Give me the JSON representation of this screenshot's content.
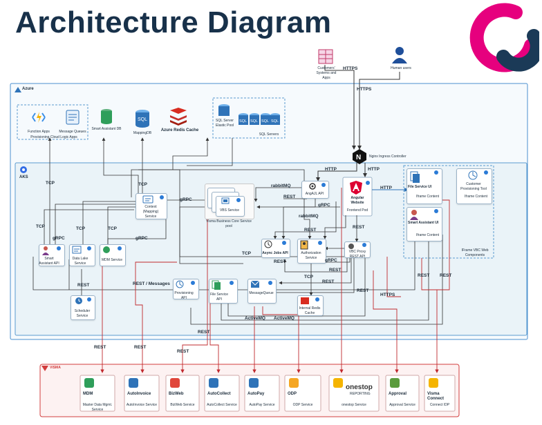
{
  "title": "Architecture Diagram",
  "external": {
    "customers": "Customers' Systems and Apps",
    "human": "Human users",
    "https1": "HTTPS",
    "https2": "HTTPS"
  },
  "azure": {
    "label": "Azure",
    "function_apps": "Function Apps",
    "message_queues": "Message Queues",
    "provisioning_cloud": "Provisioning Cloud Logic Apps",
    "smart_assistant_db": "Smart Assistant DB",
    "mapping_db": "MappingDB",
    "redis_cache": "Azure Redis Cache",
    "sql_pool": "SQL Server Elastic Pool",
    "sql_servers": "SQL Servers",
    "nginx": "Nginx Ingress Controller"
  },
  "aks": {
    "label": "AKS",
    "context_mapping": "Context (Mapping) Service",
    "vbcs": "VBS Service",
    "vbcs_pool": "Visma Business Core Service pool",
    "angular_api": "AngAJL API",
    "angular_web": "Angular Website",
    "frontend_pod": "Frontend Pod",
    "iframe_title": "IFrame VBC Web Components",
    "file_service_ui": "File Service UI",
    "iframe_content1": "Iframe Content",
    "smart_assistant_ui": "Smart Assistant UI",
    "iframe_content2": "Iframe Content",
    "customer_provisioning": "Customer Provisioning Tool",
    "iframe_content3": "Iframe Content",
    "async_jobs": "Async Jobs API",
    "authorization": "Authorization Service",
    "vbc_proxy": "VBC Proxy REST API",
    "internal_redis": "Internal Redis Cache",
    "smart_assistant_api": "Smart Assistant API",
    "data_lake": "Data Lake Service",
    "mdm_service": "MDM Service",
    "scheduler": "Scheduler Service",
    "provisioning_api": "Provisioning API",
    "file_service_api": "File Service API",
    "message_queue": "MessageQueue"
  },
  "edges": {
    "http1": "HTTP",
    "http2": "HTTP",
    "http3": "HTTP",
    "rabbitmq1": "rabbitMQ",
    "rabbitmq2": "rabbitMQ",
    "rest1": "REST",
    "rest2": "REST",
    "rest3": "REST",
    "rest4": "REST",
    "rest5": "REST",
    "rest6": "REST",
    "rest7": "REST",
    "rest8": "REST",
    "rest9": "REST",
    "rest10": "REST",
    "rest11": "REST",
    "grpc1": "gRPC",
    "grpc2": "gRPC",
    "grpc3": "gRPC",
    "grpc4": "gRPC",
    "grpc5": "gRPC",
    "tcp1": "TCP",
    "tcp2": "TCP",
    "tcp3": "TCP",
    "tcp4": "TCP",
    "tcp5": "TCP",
    "tcp6": "TCP",
    "rest_messages": "REST / Messages",
    "activemq1": "ActiveMQ",
    "activemq2": "ActiveMQ",
    "https3": "HTTPS",
    "rest_ext1": "REST",
    "rest_ext2": "REST",
    "rest_ext3": "REST"
  },
  "visma": {
    "label": "VISMA",
    "services": [
      {
        "name": "MDM",
        "desc": "Master Data Mgmt. Service"
      },
      {
        "name": "AutoInvoice",
        "desc": "AutoInvoice Service"
      },
      {
        "name": "BizWeb",
        "desc": "BizWeb Service"
      },
      {
        "name": "AutoCollect",
        "desc": "AutoCollect Service"
      },
      {
        "name": "AutoPay",
        "desc": "AutoPay Service"
      },
      {
        "name": "ODP",
        "desc": "ODP Service"
      },
      {
        "name": "onestop",
        "desc": "onestop Service"
      },
      {
        "name": "Approval",
        "desc": "Approval Service"
      },
      {
        "name": "Visma Connect",
        "desc": "Connect IDP"
      }
    ],
    "onestop_logo": "onestop",
    "onestop_sub": "REPORTING"
  },
  "colors": {
    "azure_border": "#4a8fcf",
    "visma_border": "#d23c3c",
    "visma_bg": "#fdf2f2",
    "logo_pink": "#e6007e",
    "logo_navy": "#1b3a57",
    "title": "#18314a"
  }
}
